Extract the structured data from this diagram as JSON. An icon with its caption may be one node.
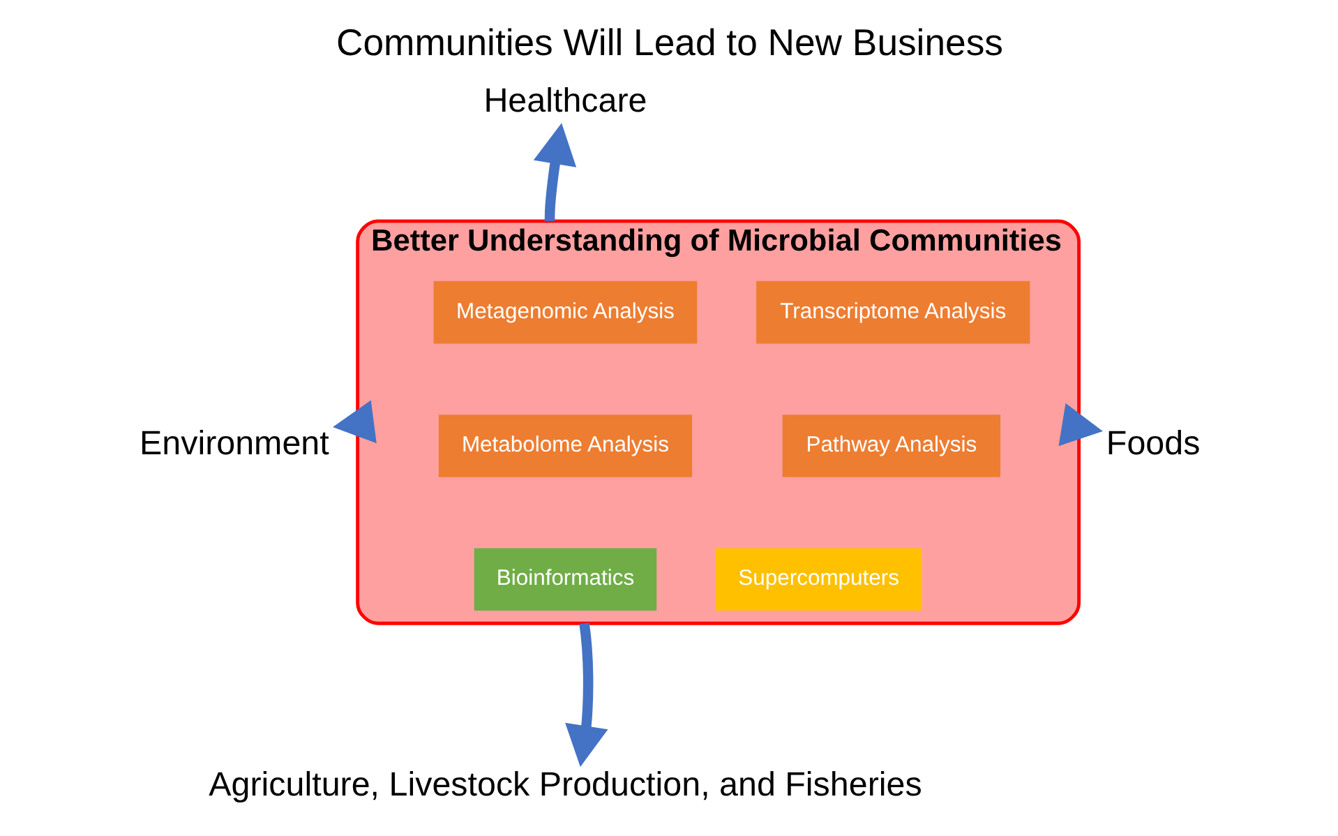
{
  "diagram": {
    "title": "Communities Will Lead to New Business",
    "nodes": [
      {
        "text": [
          "Better Understanding of Microbial Communities"
        ]
      },
      {
        "text": [
          "Metagenomic Analysis"
        ],
        "in": 0
      },
      {
        "text": [
          "Transcriptome Analysis"
        ],
        "in": 0
      },
      {
        "text": [
          "Metabolome Analysis"
        ],
        "in": 0
      },
      {
        "text": [
          "Pathway Analysis"
        ],
        "in": 0
      },
      {
        "text": [
          "Bioinformatics"
        ],
        "in": 0
      },
      {
        "text": [
          "Supercomputers"
        ],
        "in": 0
      },
      {
        "text": [
          "Healthcare"
        ]
      },
      {
        "text": [
          "Environment"
        ]
      },
      {
        "text": [
          "Foods"
        ]
      },
      {
        "text": [
          "Agriculture, Livestock Production, and Fisheries"
        ]
      }
    ],
    "edges": [
      {
        "from": 0,
        "to": 7,
        "arrow": "to"
      },
      {
        "from": 0,
        "to": 8,
        "arrow": "to"
      },
      {
        "from": 0,
        "to": 9,
        "arrow": "to"
      },
      {
        "from": 0,
        "to": 10,
        "arrow": "to"
      }
    ]
  }
}
